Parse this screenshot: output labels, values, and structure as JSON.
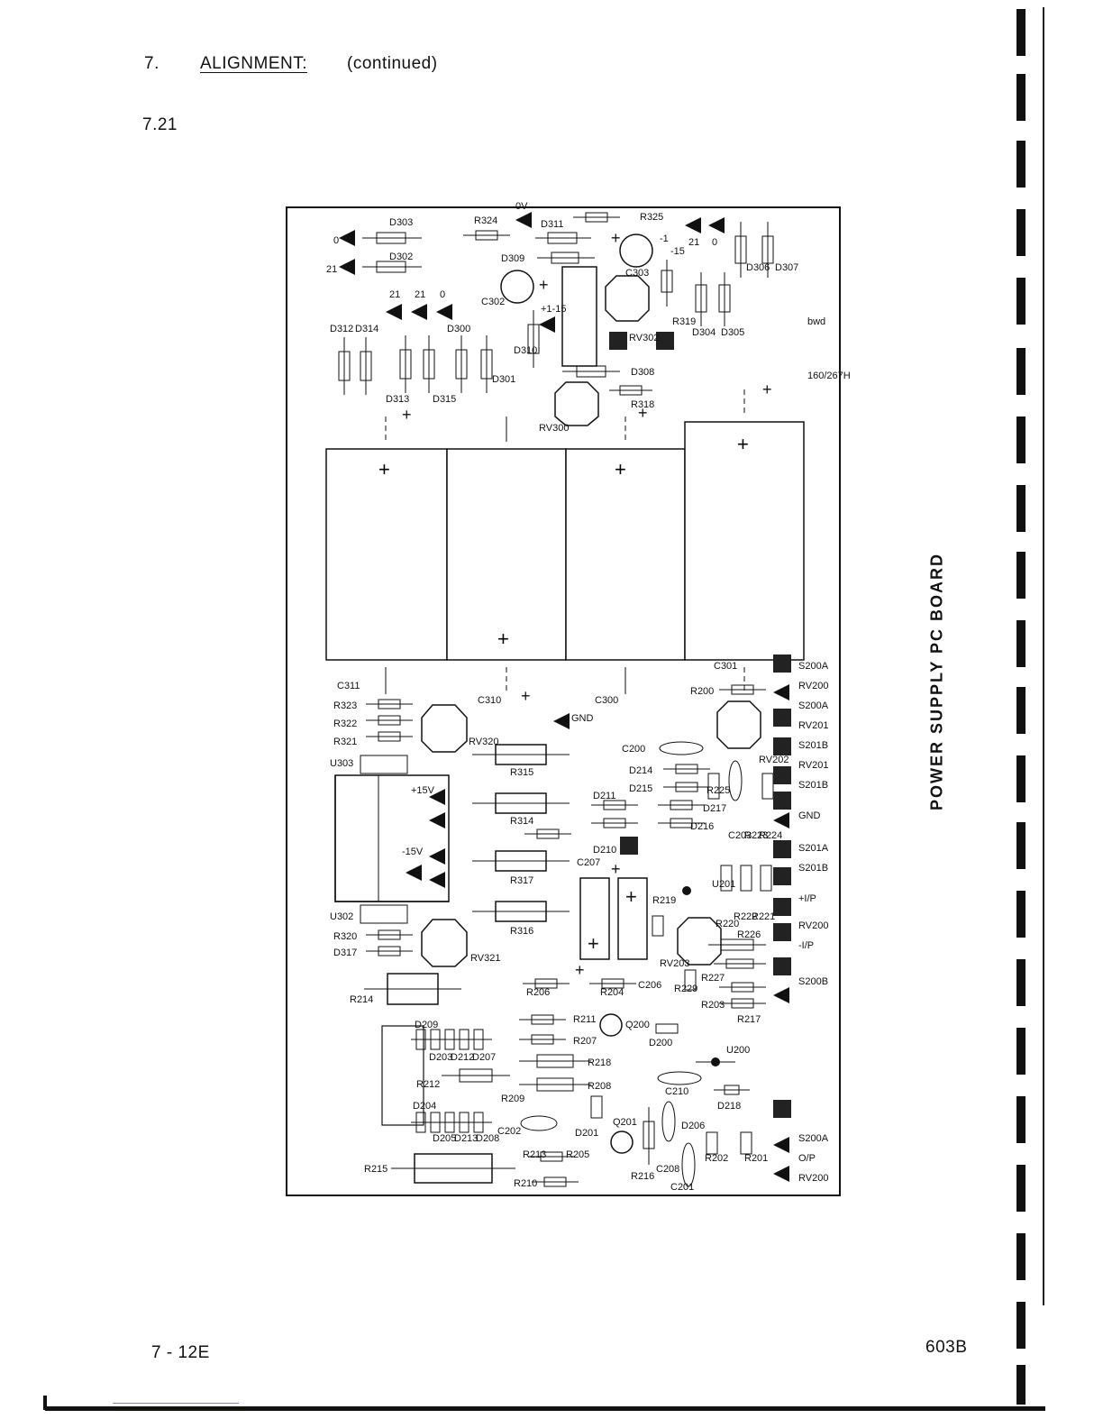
{
  "header": {
    "section_number": "7.",
    "section_title": "ALIGNMENT:",
    "continued": "(continued)",
    "subsection": "7.21"
  },
  "board": {
    "title": "POWER SUPPLY PC BOARD",
    "drawing_number": "160/267H",
    "initials": "bwd",
    "component_labels": {
      "top_left": [
        "D303",
        "D302",
        "D312",
        "D314",
        "D313",
        "D315",
        "D300",
        "D301"
      ],
      "top_right": [
        "R324",
        "D311",
        "D309",
        "R325",
        "C303",
        "C302",
        "D310",
        "RV302",
        "R319",
        "D304",
        "D305",
        "D306",
        "D307",
        "D308",
        "RV300",
        "R318"
      ],
      "center": [
        "C311",
        "R323",
        "R322",
        "R321",
        "U303",
        "RV320",
        "C310",
        "R315",
        "R314",
        "R317",
        "R316",
        "U302",
        "R320",
        "D317",
        "RV321",
        "C300",
        "C301",
        "C207",
        "C206"
      ],
      "lower_right": [
        "R200",
        "C200",
        "D214",
        "D215",
        "D211",
        "D210",
        "R225",
        "C203",
        "R223",
        "R224",
        "D217",
        "D216",
        "U201",
        "R219",
        "R220",
        "R222",
        "R221",
        "R226",
        "RV203",
        "R227",
        "R229",
        "RV202"
      ],
      "bottom": [
        "R214",
        "R206",
        "R204",
        "R211",
        "Q200",
        "R207",
        "D200",
        "D209",
        "D203",
        "D212",
        "D207",
        "R212",
        "R218",
        "R208",
        "R209",
        "U200",
        "C210",
        "D218",
        "D204",
        "D205",
        "D213",
        "D208",
        "C202",
        "D201",
        "Q201",
        "R213",
        "R205",
        "R210",
        "R215",
        "R216",
        "C208",
        "C201",
        "D206",
        "R202",
        "R201",
        "R203",
        "R217"
      ]
    },
    "test_points": {
      "top_left": [
        "0",
        "21",
        "21",
        "21",
        "0"
      ],
      "top_right": [
        "0V",
        "-1",
        "-15",
        "21",
        "0"
      ],
      "supply": [
        "+1-15",
        "-15V",
        "+15V",
        "GND"
      ]
    },
    "edge_labels": [
      "S200A",
      "RV200",
      "S200A",
      "RV201",
      "S201B",
      "RV201",
      "S201B",
      "GND",
      "S201A",
      "S201B",
      "+I/P",
      "RV200",
      "-I/P",
      "S200B",
      "S200A",
      "O/P",
      "RV200"
    ]
  },
  "footer": {
    "page": "7 - 12E",
    "model": "603B"
  }
}
